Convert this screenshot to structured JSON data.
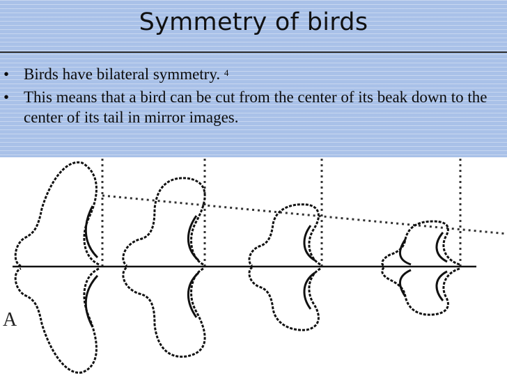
{
  "slide": {
    "title": "Symmetry of birds",
    "bullets": [
      {
        "text": "Birds have bilateral symmetry.",
        "superscript": "4"
      },
      {
        "text": "This means that a bird can be cut from the center of its beak down to the center of its tail in mirror images.",
        "superscript": ""
      }
    ],
    "bullet_marker": "•",
    "colors": {
      "header_band": "#a9c1e8",
      "text": "#111111",
      "drawing": "#111111"
    }
  },
  "figure": {
    "panel_label": "A",
    "description_icon": "bird-wing-stroke-sketch"
  }
}
